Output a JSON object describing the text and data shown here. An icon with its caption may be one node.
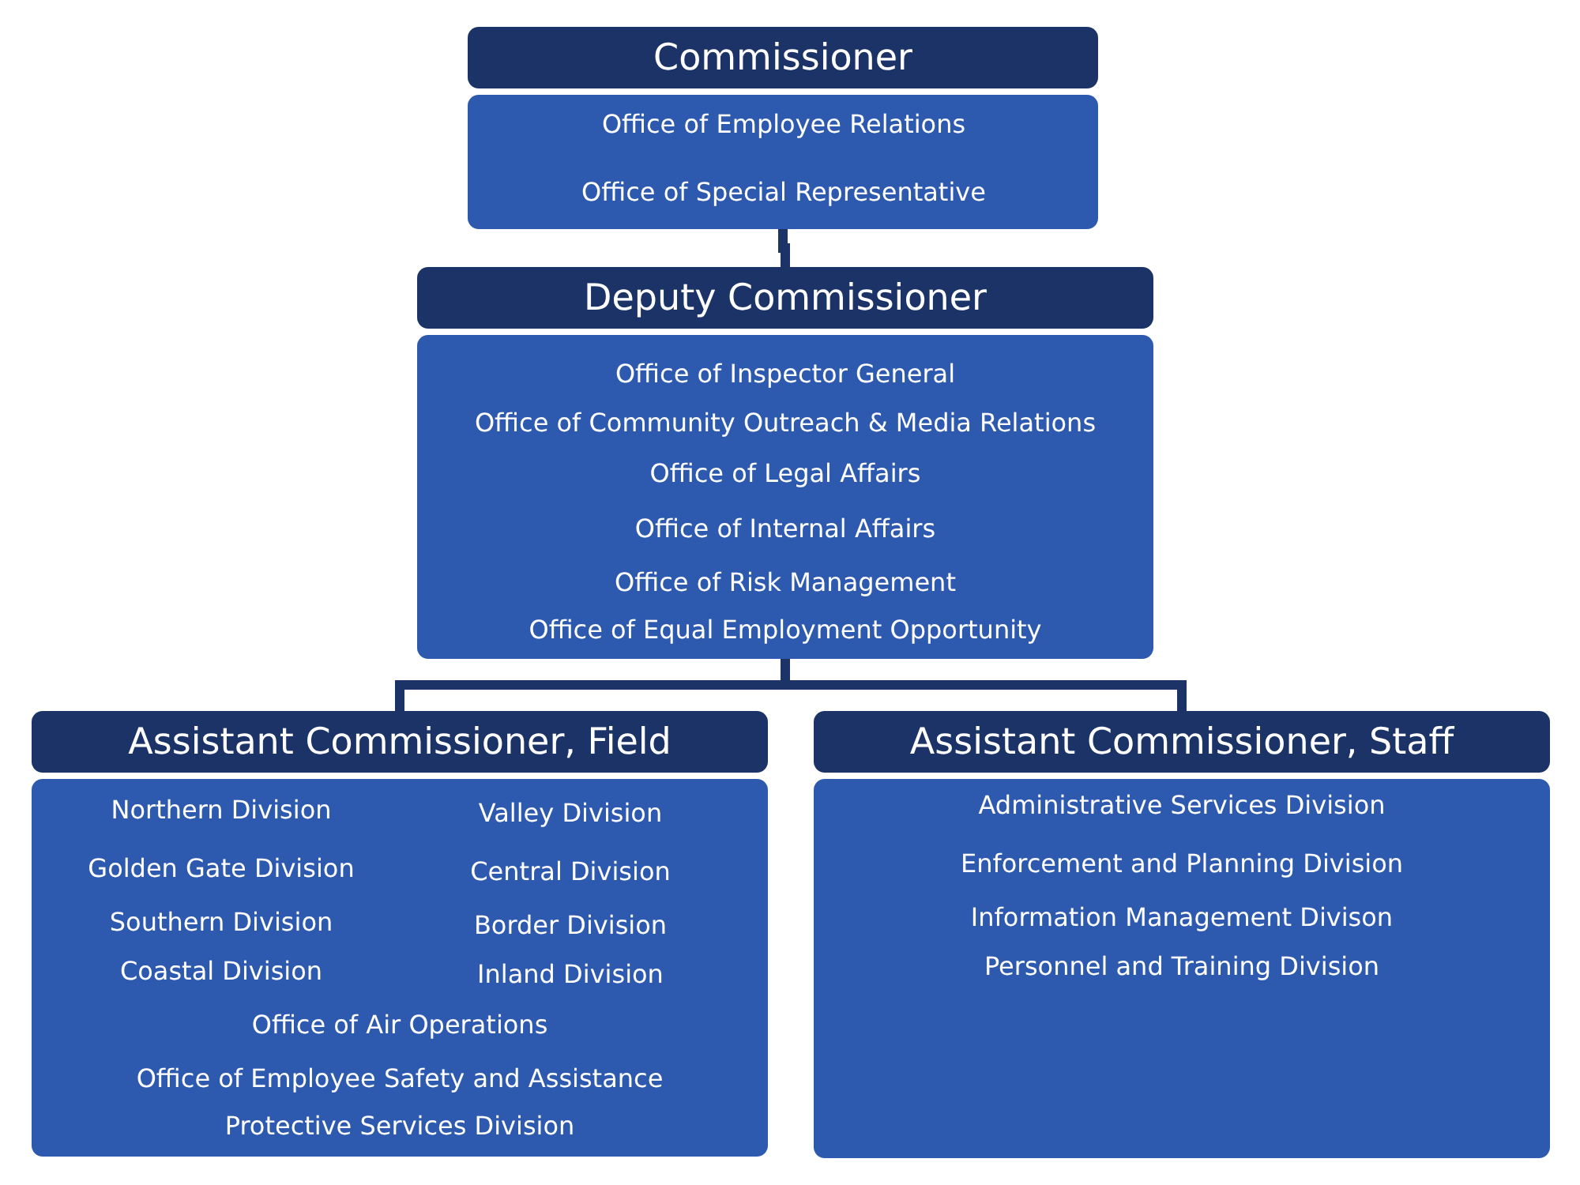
{
  "diagram": {
    "nodes": [
      {
        "text": [
          "Commissioner"
        ]
      },
      {
        "text": [
          "Office of Employee Relations",
          "Office of Special Representative"
        ]
      },
      {
        "text": [
          "Deputy Commissioner"
        ]
      },
      {
        "text": [
          "Office of Inspector General",
          "Office of Community Outreach & Media Relations",
          "Office of Legal Affairs",
          "Office of Internal Affairs",
          "Office of Risk Management",
          "Office of Equal Employment Opportunity"
        ]
      },
      {
        "text": [
          "Assistant Commissioner, Field"
        ]
      },
      {
        "text": [
          "Northern Division",
          "Valley Division",
          "Golden Gate Division",
          "Central Division",
          "Southern Division",
          "Border Division",
          "Coastal Division",
          "Inland Division",
          "Office of Air Operations",
          "Office of Employee Safety and Assistance",
          "Protective Services Division"
        ]
      },
      {
        "text": [
          "Assistant Commissioner, Staff"
        ]
      },
      {
        "text": [
          "Administrative Services Division",
          "Enforcement and Planning Division",
          "Information Management Divison",
          "Personnel and Training Division"
        ]
      }
    ],
    "edges": [
      {
        "from": 1,
        "to": 2,
        "arrow": "none"
      },
      {
        "from": 3,
        "to": 4,
        "arrow": "none"
      },
      {
        "from": 3,
        "to": 6,
        "arrow": "none"
      }
    ]
  }
}
